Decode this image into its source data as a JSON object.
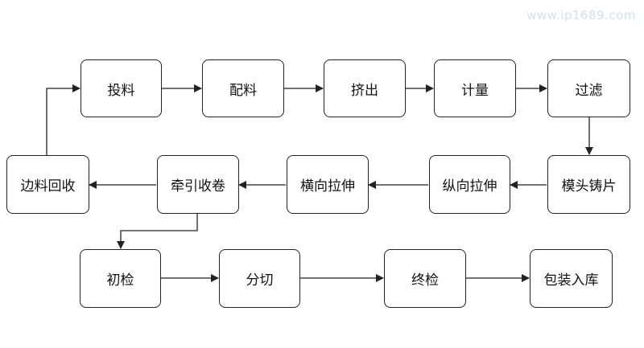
{
  "watermark": "www.ip1689.com",
  "nodes": {
    "toulia": "投料",
    "peiliao": "配料",
    "jichu": "挤出",
    "jiliang": "计量",
    "guolv": "过滤",
    "mutou": "模头铸片",
    "zongxiang": "纵向拉伸",
    "hengxiang": "横向拉伸",
    "qianyin": "牵引收卷",
    "bianliao": "边料回收",
    "chujian": "初检",
    "fenqie": "分切",
    "zhongjian": "终检",
    "baozhuang": "包装入库"
  },
  "colors": {
    "border": "#222222",
    "arrow": "#222222",
    "watermark": "#d4dfea"
  }
}
